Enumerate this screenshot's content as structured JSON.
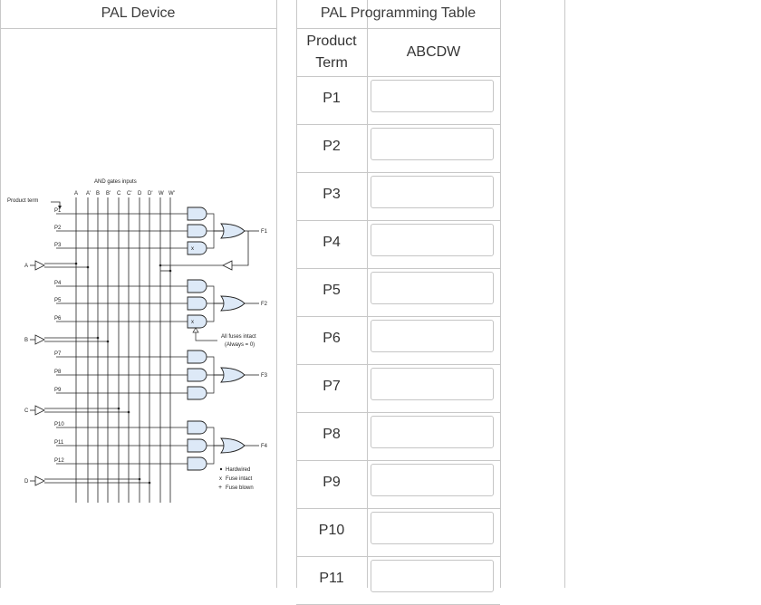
{
  "headers": {
    "device": "PAL Device",
    "table": "PAL Programming Table"
  },
  "diagram": {
    "and_inputs_label": "AND gates inputs",
    "product_term_label": "Product term",
    "columns": [
      "A",
      "A'",
      "B",
      "B'",
      "C",
      "C'",
      "D",
      "D'",
      "W",
      "W'"
    ],
    "inputs": [
      "A",
      "B",
      "C",
      "D"
    ],
    "product_terms": [
      "P1",
      "P2",
      "P3",
      "P4",
      "P5",
      "P6",
      "P7",
      "P8",
      "P9",
      "P10",
      "P11",
      "P12"
    ],
    "outputs": [
      "F1",
      "F2",
      "F3",
      "F4"
    ],
    "x_mark": "x",
    "fuses_note_1": "All fuses intact",
    "fuses_note_2": "(Always = 0)",
    "legend": {
      "hardwired": "Hardwired",
      "fuse_intact": "Fuse intact",
      "fuse_blown": "Fuse blown"
    }
  },
  "table": {
    "col_product_line1": "Product",
    "col_product_line2": "Term",
    "col_abcdw": "ABCDW",
    "rows": [
      {
        "term": "P1",
        "value": ""
      },
      {
        "term": "P2",
        "value": ""
      },
      {
        "term": "P3",
        "value": ""
      },
      {
        "term": "P4",
        "value": ""
      },
      {
        "term": "P5",
        "value": ""
      },
      {
        "term": "P6",
        "value": ""
      },
      {
        "term": "P7",
        "value": ""
      },
      {
        "term": "P8",
        "value": ""
      },
      {
        "term": "P9",
        "value": ""
      },
      {
        "term": "P10",
        "value": ""
      },
      {
        "term": "P11",
        "value": ""
      }
    ]
  }
}
